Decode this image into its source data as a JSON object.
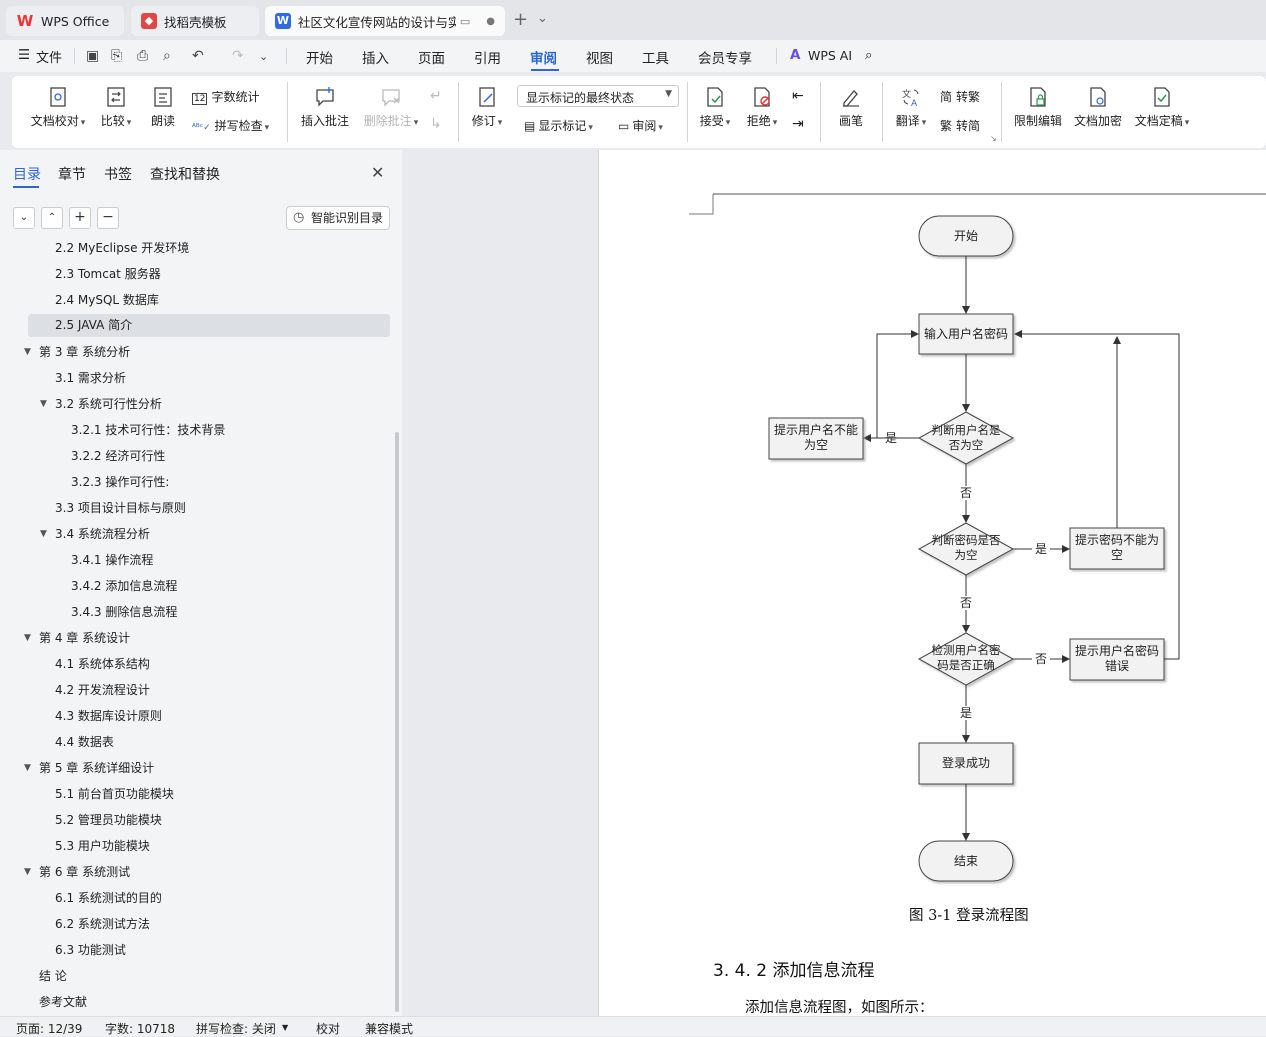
{
  "titlebar": {
    "tabs": [
      {
        "label": "WPS Office",
        "icon": "wps-logo-icon"
      },
      {
        "label": "找稻壳模板",
        "icon": "docer-icon"
      },
      {
        "label": "社区文化宣传网站的设计与实现",
        "icon": "word-doc-icon"
      }
    ],
    "new_tab": "+",
    "tab_menu": "⌄"
  },
  "menubar": {
    "file": "文件",
    "items": [
      "开始",
      "插入",
      "页面",
      "引用",
      "审阅",
      "视图",
      "工具",
      "会员专享"
    ],
    "active": "审阅",
    "ai": "WPS AI"
  },
  "ribbon": {
    "proofread": "文档校对",
    "compare": "比较",
    "read_aloud": "朗读",
    "word_count": "字数统计",
    "spell_check": "拼写检查",
    "insert_comment": "插入批注",
    "delete_comment": "删除批注",
    "revise": "修订",
    "markup_state": "显示标记的最终状态",
    "show_markup": "显示标记",
    "review": "审阅",
    "accept": "接受",
    "reject": "拒绝",
    "pen": "画笔",
    "translate": "翻译",
    "to_traditional": "转繁",
    "to_simplified": "转简",
    "restrict_edit": "限制编辑",
    "encrypt": "文档加密",
    "finalize": "文档定稿"
  },
  "sidebar": {
    "tabs": [
      "目录",
      "章节",
      "书签",
      "查找和替换"
    ],
    "active_tab": "目录",
    "smart_button": "智能识别目录",
    "toc": [
      {
        "text": "2.2 MyEclipse 开发环境",
        "level": 2
      },
      {
        "text": "2.3 Tomcat 服务器",
        "level": 2
      },
      {
        "text": "2.4 MySQL 数据库",
        "level": 2
      },
      {
        "text": "2.5 JAVA 简介",
        "level": 2,
        "selected": true
      },
      {
        "text": "第 3 章  系统分析",
        "level": 1,
        "expanded": true
      },
      {
        "text": "3.1  需求分析",
        "level": 2
      },
      {
        "text": "3.2  系统可行性分析",
        "level": 2,
        "expanded": true
      },
      {
        "text": "3.2.1 技术可行性：技术背景",
        "level": 3
      },
      {
        "text": "3.2.2 经济可行性",
        "level": 3
      },
      {
        "text": "3.2.3 操作可行性:",
        "level": 3
      },
      {
        "text": "3.3  项目设计目标与原则",
        "level": 2
      },
      {
        "text": "3.4 系统流程分析",
        "level": 2,
        "expanded": true
      },
      {
        "text": "3.4.1 操作流程",
        "level": 3
      },
      {
        "text": "3.4.2 添加信息流程",
        "level": 3
      },
      {
        "text": "3.4.3 删除信息流程",
        "level": 3
      },
      {
        "text": "第 4 章  系统设计",
        "level": 1,
        "expanded": true
      },
      {
        "text": "4.1  系统体系结构",
        "level": 2
      },
      {
        "text": "4.2 开发流程设计",
        "level": 2
      },
      {
        "text": "4.3  数据库设计原则",
        "level": 2
      },
      {
        "text": "4.4  数据表",
        "level": 2
      },
      {
        "text": "第 5 章  系统详细设计",
        "level": 1,
        "expanded": true
      },
      {
        "text": "5.1 前台首页功能模块",
        "level": 2
      },
      {
        "text": "5.2 管理员功能模块",
        "level": 2
      },
      {
        "text": "5.3 用户功能模块",
        "level": 2
      },
      {
        "text": "第 6 章    系统测试",
        "level": 1,
        "expanded": true
      },
      {
        "text": "6.1 系统测试的目的",
        "level": 2
      },
      {
        "text": "6.2 系统测试方法",
        "level": 2
      },
      {
        "text": "6.3 功能测试",
        "level": 2
      },
      {
        "text": "结    论",
        "level": 1
      },
      {
        "text": "参考文献",
        "level": 1
      }
    ]
  },
  "document": {
    "flowchart": {
      "start": "开始",
      "input": "输入用户名密码",
      "check_user_1": "判断用户名是",
      "check_user_2": "否为空",
      "warn_user_1": "提示用户名不能",
      "warn_user_2": "为空",
      "check_pwd_1": "判断密码是否",
      "check_pwd_2": "为空",
      "warn_pwd_1": "提示密码不能为",
      "warn_pwd_2": "空",
      "verify_1": "检测用户名密",
      "verify_2": "码是否正确",
      "wrong_1": "提示用户名密码",
      "wrong_2": "错误",
      "success": "登录成功",
      "end": "结束",
      "yes": "是",
      "no": "否"
    },
    "caption": "图 3-1 登录流程图",
    "heading": "3. 4. 2 添加信息流程",
    "paragraph": "添加信息流程图，如图所示："
  },
  "statusbar": {
    "page": "页面: 12/39",
    "words": "字数: 10718",
    "spell": "拼写检查: 关闭",
    "proof": "校对",
    "compat": "兼容模式"
  }
}
